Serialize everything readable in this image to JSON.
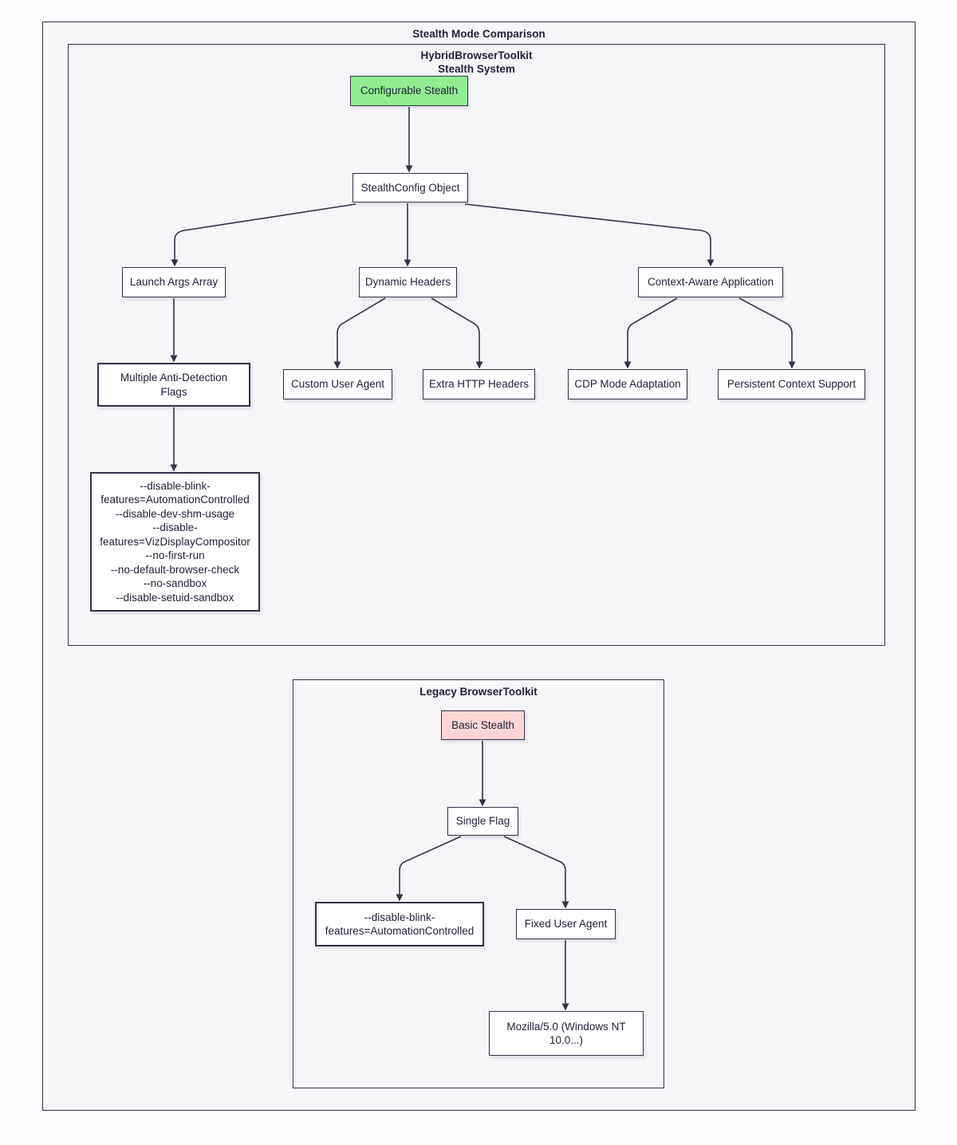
{
  "diagram": {
    "title": "Stealth Mode Comparison",
    "hybrid_cluster": {
      "title_lines": [
        "HybridBrowserToolkit",
        "Stealth System"
      ],
      "nodes": {
        "configurable_stealth": "Configurable Stealth",
        "stealthconfig_object": "StealthConfig Object",
        "launch_args_array": "Launch Args Array",
        "dynamic_headers": "Dynamic Headers",
        "context_aware_application": "Context-Aware Application",
        "multiple_anti_detection_flags": [
          "Multiple Anti-Detection",
          "Flags"
        ],
        "custom_user_agent": "Custom User Agent",
        "extra_http_headers": "Extra HTTP Headers",
        "cdp_mode_adaptation": "CDP Mode Adaptation",
        "persistent_context_support": "Persistent Context Support",
        "anti_detection_flags": [
          "--disable-blink-",
          "features=AutomationControlled",
          "--disable-dev-shm-usage",
          "--disable-",
          "features=VizDisplayCompositor",
          "--no-first-run",
          "--no-default-browser-check",
          "--no-sandbox",
          "--disable-setuid-sandbox"
        ]
      }
    },
    "legacy_cluster": {
      "title": "Legacy BrowserToolkit",
      "nodes": {
        "basic_stealth": "Basic Stealth",
        "single_flag": "Single Flag",
        "single_flag_value": [
          "--disable-blink-",
          "features=AutomationControlled"
        ],
        "fixed_user_agent": "Fixed User Agent",
        "fixed_user_agent_value": [
          "Mozilla/5.0 (Windows NT",
          "10.0...)"
        ]
      }
    },
    "colors": {
      "highlight_green": "#90ee90",
      "highlight_pink": "#ffd6d6",
      "node_border": "#343248",
      "node_fill": "#ffffff",
      "canvas_fill": "#f6f6f9",
      "edge": "#343248"
    }
  }
}
